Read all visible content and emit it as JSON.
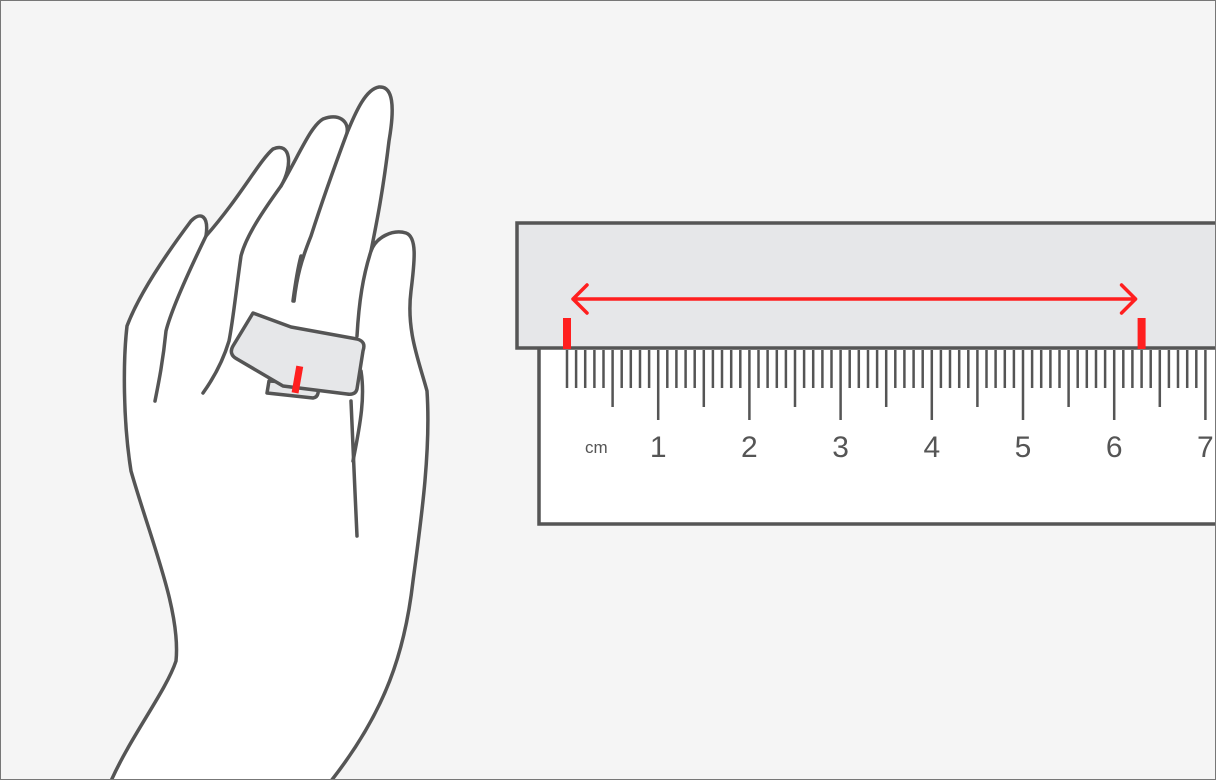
{
  "illustration": {
    "subject": "hand-with-paper-strip-on-finger",
    "measure_icon": "double-arrow-icon"
  },
  "ruler": {
    "unit": "cm",
    "labels": [
      "1",
      "2",
      "3",
      "4",
      "5",
      "6",
      "7"
    ],
    "min_cm": 0,
    "max_cm": 7.3,
    "measured_start_cm": 0,
    "measured_end_cm": 6.3
  },
  "colors": {
    "background": "#f5f5f5",
    "outline": "#555555",
    "strip_fill": "#e6e7e9",
    "ruler_body": "#ffffff",
    "accent_red": "#ff1f1f"
  }
}
